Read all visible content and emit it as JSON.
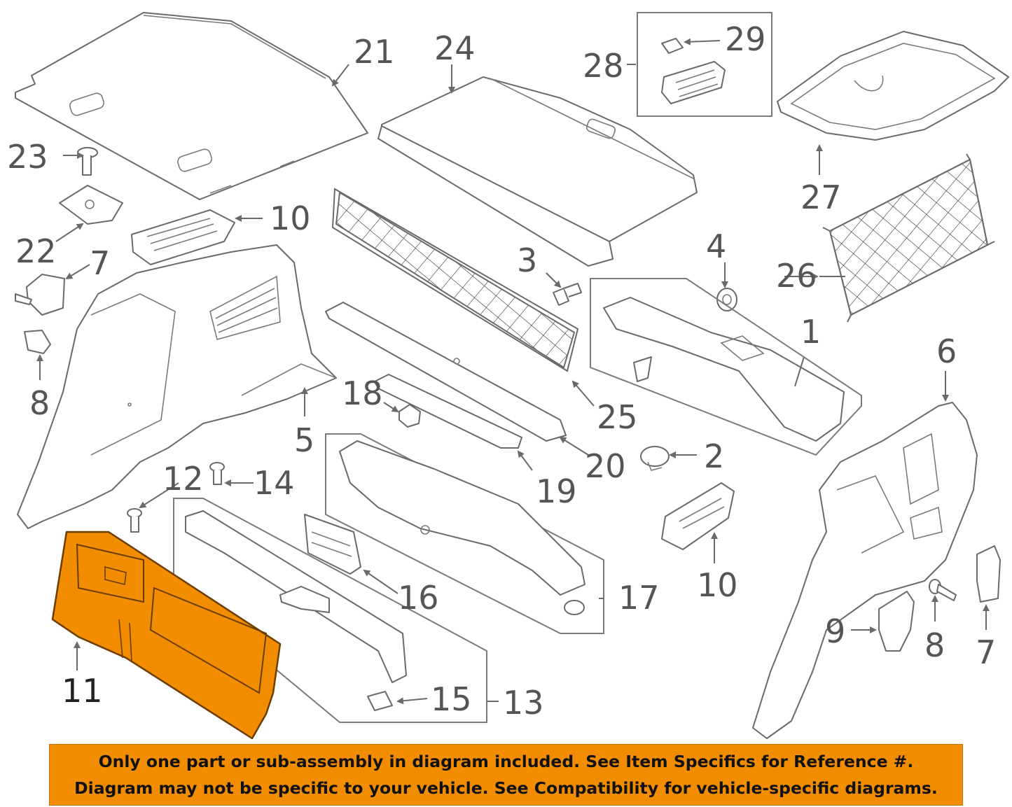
{
  "callouts": {
    "c1": "1",
    "c2": "2",
    "c3": "3",
    "c4": "4",
    "c5": "5",
    "c6": "6",
    "c7a": "7",
    "c7b": "7",
    "c8a": "8",
    "c8b": "8",
    "c9": "9",
    "c10a": "10",
    "c10b": "10",
    "c11": "11",
    "c12": "12",
    "c13": "13",
    "c14": "14",
    "c15": "15",
    "c16": "16",
    "c17": "17",
    "c18": "18",
    "c19": "19",
    "c20": "20",
    "c21": "21",
    "c22": "22",
    "c23": "23",
    "c24": "24",
    "c25": "25",
    "c26": "26",
    "c27": "27",
    "c28": "28",
    "c29": "29"
  },
  "colors": {
    "highlight": "#f28c00",
    "line": "#6a6a6a",
    "label": "#555555"
  },
  "notice": {
    "line1": "Only one part or sub-assembly in diagram included. See Item Specifics for Reference #.",
    "line2": "Diagram may not be specific to your vehicle. See Compatibility for vehicle-specific diagrams."
  }
}
